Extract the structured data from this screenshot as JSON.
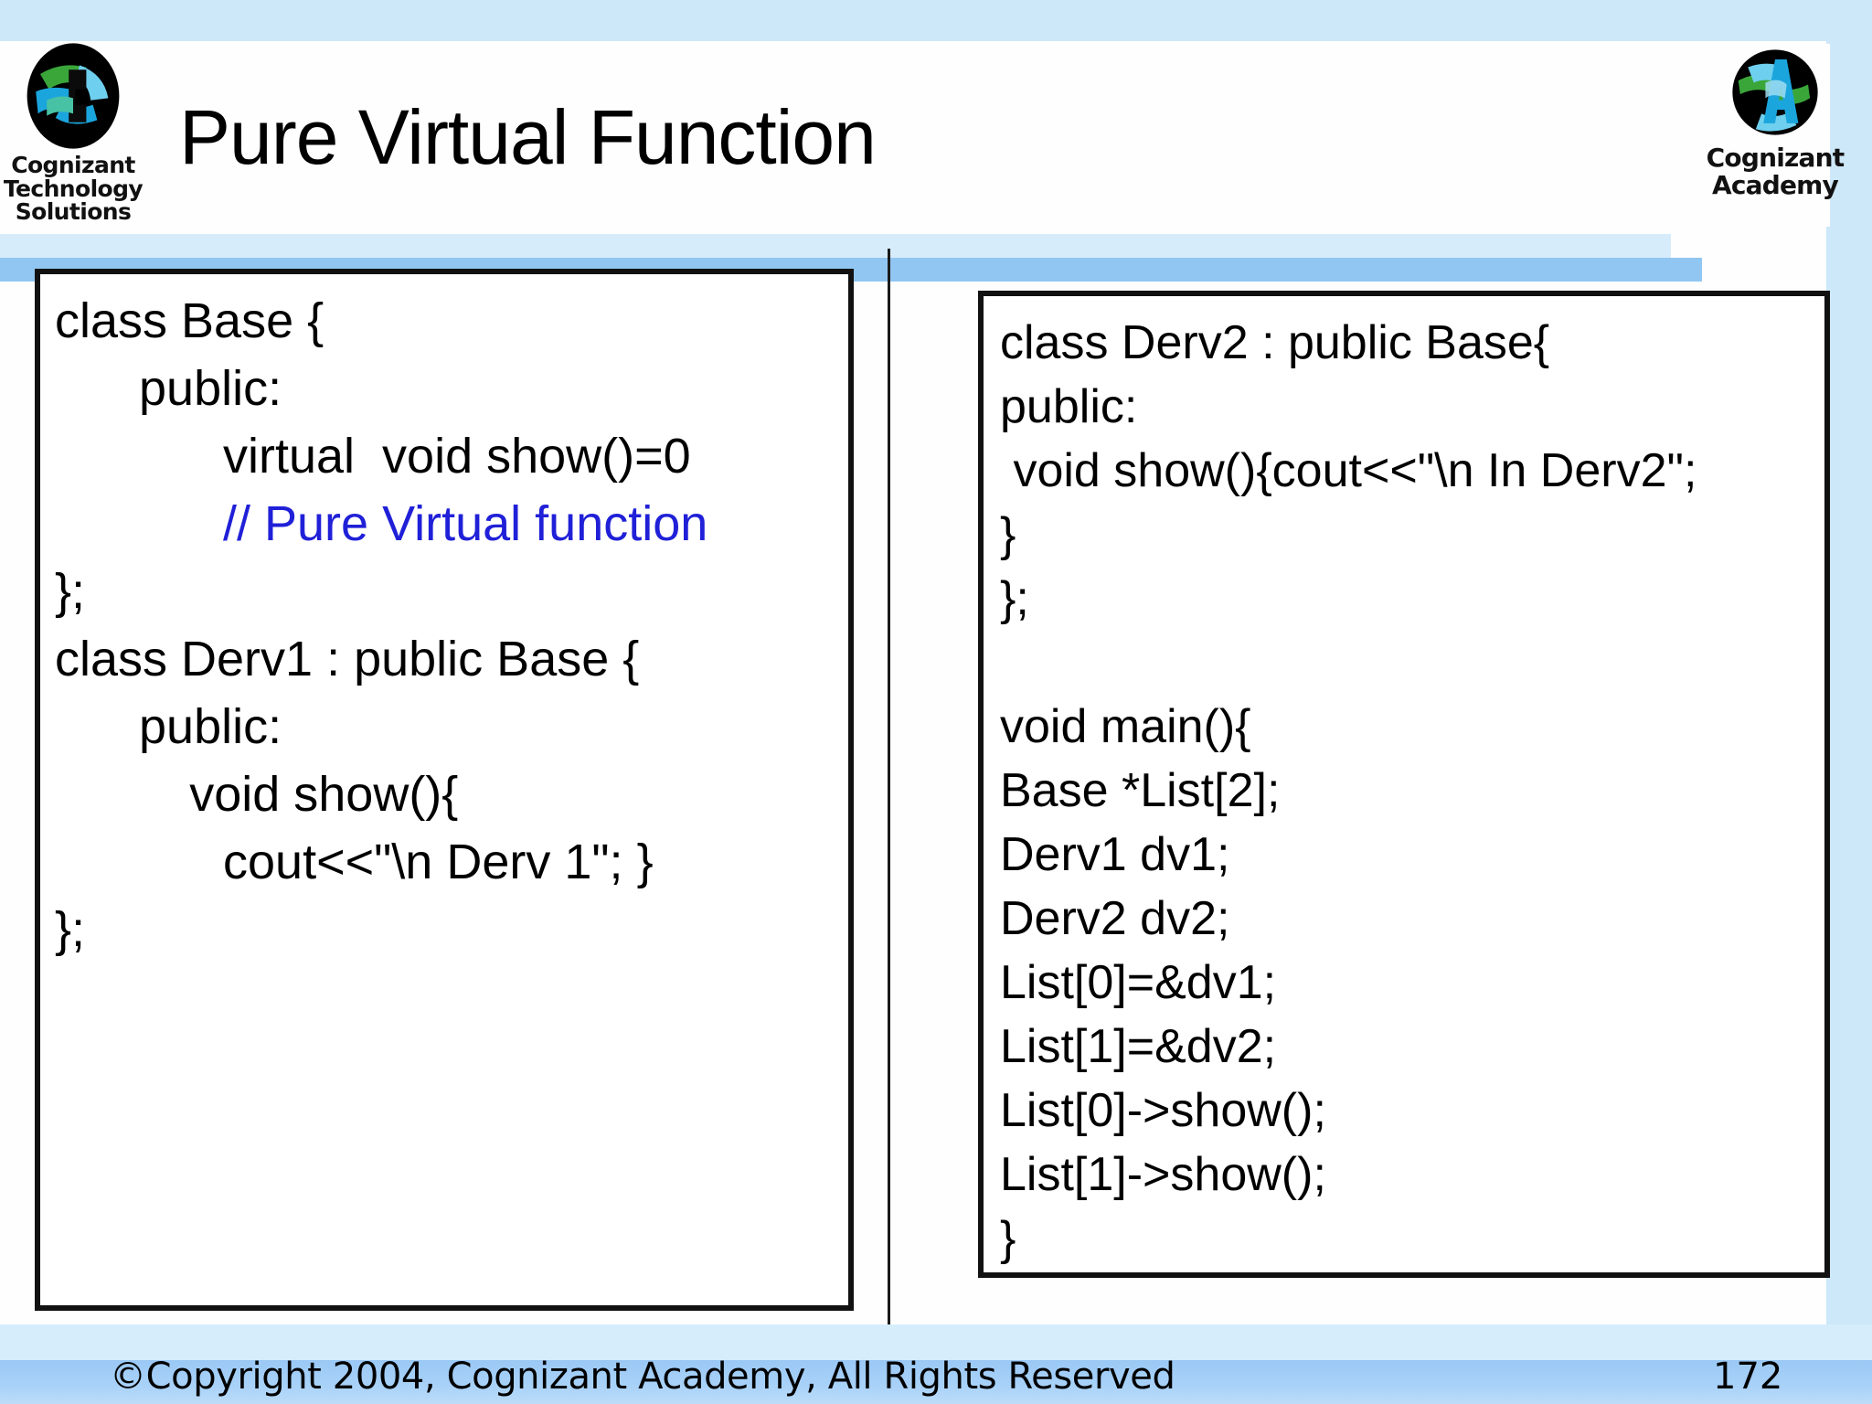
{
  "slide": {
    "title": "Pure Virtual Function",
    "page_number": "172",
    "footer_text": "©Copyright 2004, Cognizant Academy, All Rights Reserved"
  },
  "logos": {
    "left": {
      "name": "cognizant-technology-solutions-logo",
      "line1": "Cognizant",
      "line2": "Technology",
      "line3": "Solutions"
    },
    "right": {
      "name": "cognizant-academy-logo",
      "line1": "Cognizant",
      "line2": "Academy"
    }
  },
  "colors": {
    "page_background": "#cde8f8",
    "sheet": "#fefeff",
    "bar_pale": "#d7ecfb",
    "bar_blue": "#91c6f2",
    "comment_blue": "#2020d8",
    "box_border": "#111111",
    "footer_band": "#9ac8f5"
  },
  "left_code_box": {
    "lines": [
      {
        "text": "class Base {",
        "indent": 0,
        "style": "normal"
      },
      {
        "text": "public:",
        "indent": 1,
        "style": "normal"
      },
      {
        "text": "virtual  void show()=0",
        "indent": 2,
        "style": "normal"
      },
      {
        "text": "// Pure Virtual function",
        "indent": 2,
        "style": "comment"
      },
      {
        "text": "};",
        "indent": 0,
        "style": "normal"
      },
      {
        "text": "class Derv1 : public Base {",
        "indent": 0,
        "style": "normal"
      },
      {
        "text": "public:",
        "indent": 1,
        "style": "normal"
      },
      {
        "text": "void show(){",
        "indent": 1.6,
        "style": "normal"
      },
      {
        "text": "cout<<\"\\n Derv 1\"; }",
        "indent": 2,
        "style": "normal"
      },
      {
        "text": "};",
        "indent": 0,
        "style": "normal"
      }
    ]
  },
  "right_code_box": {
    "lines": [
      {
        "text": "class Derv2 : public Base{",
        "indent": 0,
        "style": "normal"
      },
      {
        "text": "public:",
        "indent": 0,
        "style": "normal"
      },
      {
        "text": " void show(){cout<<\"\\n In Derv2\";",
        "indent": 0,
        "style": "normal"
      },
      {
        "text": "}",
        "indent": 0,
        "style": "normal"
      },
      {
        "text": "};",
        "indent": 0,
        "style": "normal"
      },
      {
        "text": " ",
        "indent": 0,
        "style": "normal"
      },
      {
        "text": "void main(){",
        "indent": 0,
        "style": "normal"
      },
      {
        "text": "Base *List[2];",
        "indent": 0,
        "style": "normal"
      },
      {
        "text": "Derv1 dv1;",
        "indent": 0,
        "style": "normal"
      },
      {
        "text": "Derv2 dv2;",
        "indent": 0,
        "style": "normal"
      },
      {
        "text": "List[0]=&dv1;",
        "indent": 0,
        "style": "normal"
      },
      {
        "text": "List[1]=&dv2;",
        "indent": 0,
        "style": "normal"
      },
      {
        "text": "List[0]->show();",
        "indent": 0,
        "style": "normal"
      },
      {
        "text": "List[1]->show();",
        "indent": 0,
        "style": "normal"
      },
      {
        "text": "}",
        "indent": 0,
        "style": "normal"
      }
    ]
  }
}
